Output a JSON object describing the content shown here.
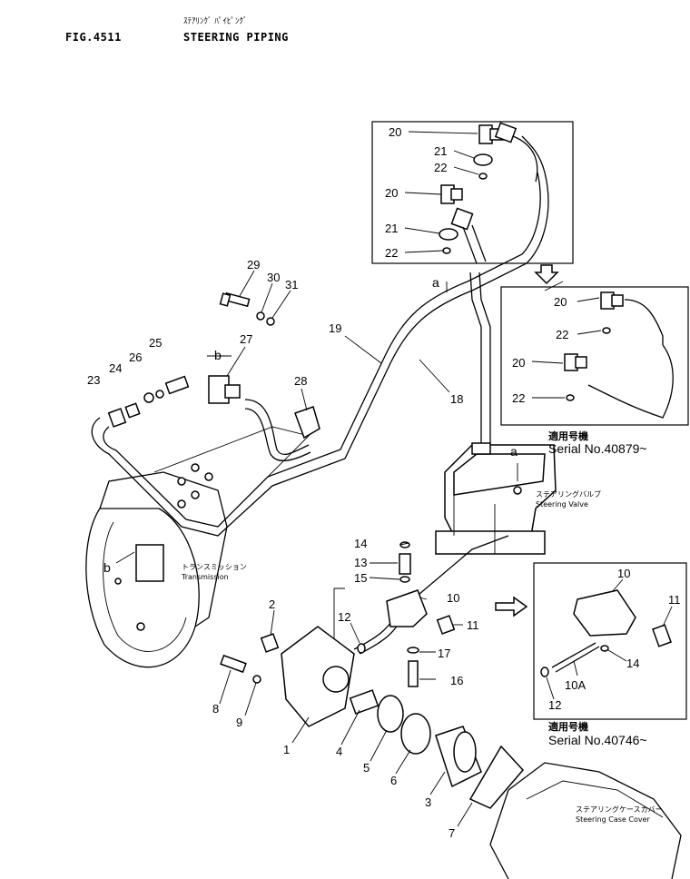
{
  "header": {
    "fig_number": "FIG.4511",
    "title_jp": "ｽﾃｱﾘﾝｸﾞ ﾊﾟｲﾋﾟﾝｸﾞ",
    "title": "STEERING PIPING"
  },
  "callouts": {
    "c1": "1",
    "c2": "2",
    "c3": "3",
    "c4": "4",
    "c5": "5",
    "c6": "6",
    "c7": "7",
    "c8": "8",
    "c9": "9",
    "c10": "10",
    "c11": "11",
    "c12": "12",
    "c13": "13",
    "c14": "14",
    "c15": "15",
    "c16": "16",
    "c17": "17",
    "c18": "18",
    "c19": "19",
    "c20a": "20",
    "c21a": "21",
    "c22a": "22",
    "c20b": "20",
    "c21b": "21",
    "c22b": "22",
    "c23": "23",
    "c24": "24",
    "c25": "25",
    "c26": "26",
    "c27": "27",
    "c28": "28",
    "c29": "29",
    "c30": "30",
    "c31": "31",
    "inset1_c20a": "20",
    "inset1_c22a": "22",
    "inset1_c20b": "20",
    "inset1_c22b": "22",
    "inset2_c10": "10",
    "inset2_c11": "11",
    "inset2_c14": "14",
    "inset2_c10a": "10A",
    "inset2_c12": "12",
    "ref_a1": "a",
    "ref_a2": "a",
    "ref_b1": "b",
    "ref_b2": "b"
  },
  "notes": {
    "steering_valve_jp": "ステアリングバルブ",
    "steering_valve": "Steering Valve",
    "transmission_jp": "トランスミッション",
    "transmission": "Transmission",
    "case_cover_jp": "ステアリングケースカバー",
    "case_cover": "Steering Case Cover"
  },
  "insets": [
    {
      "applicable_jp": "適用号機",
      "serial": "Serial No.40879~"
    },
    {
      "applicable_jp": "適用号機",
      "serial": "Serial No.40746~"
    }
  ]
}
